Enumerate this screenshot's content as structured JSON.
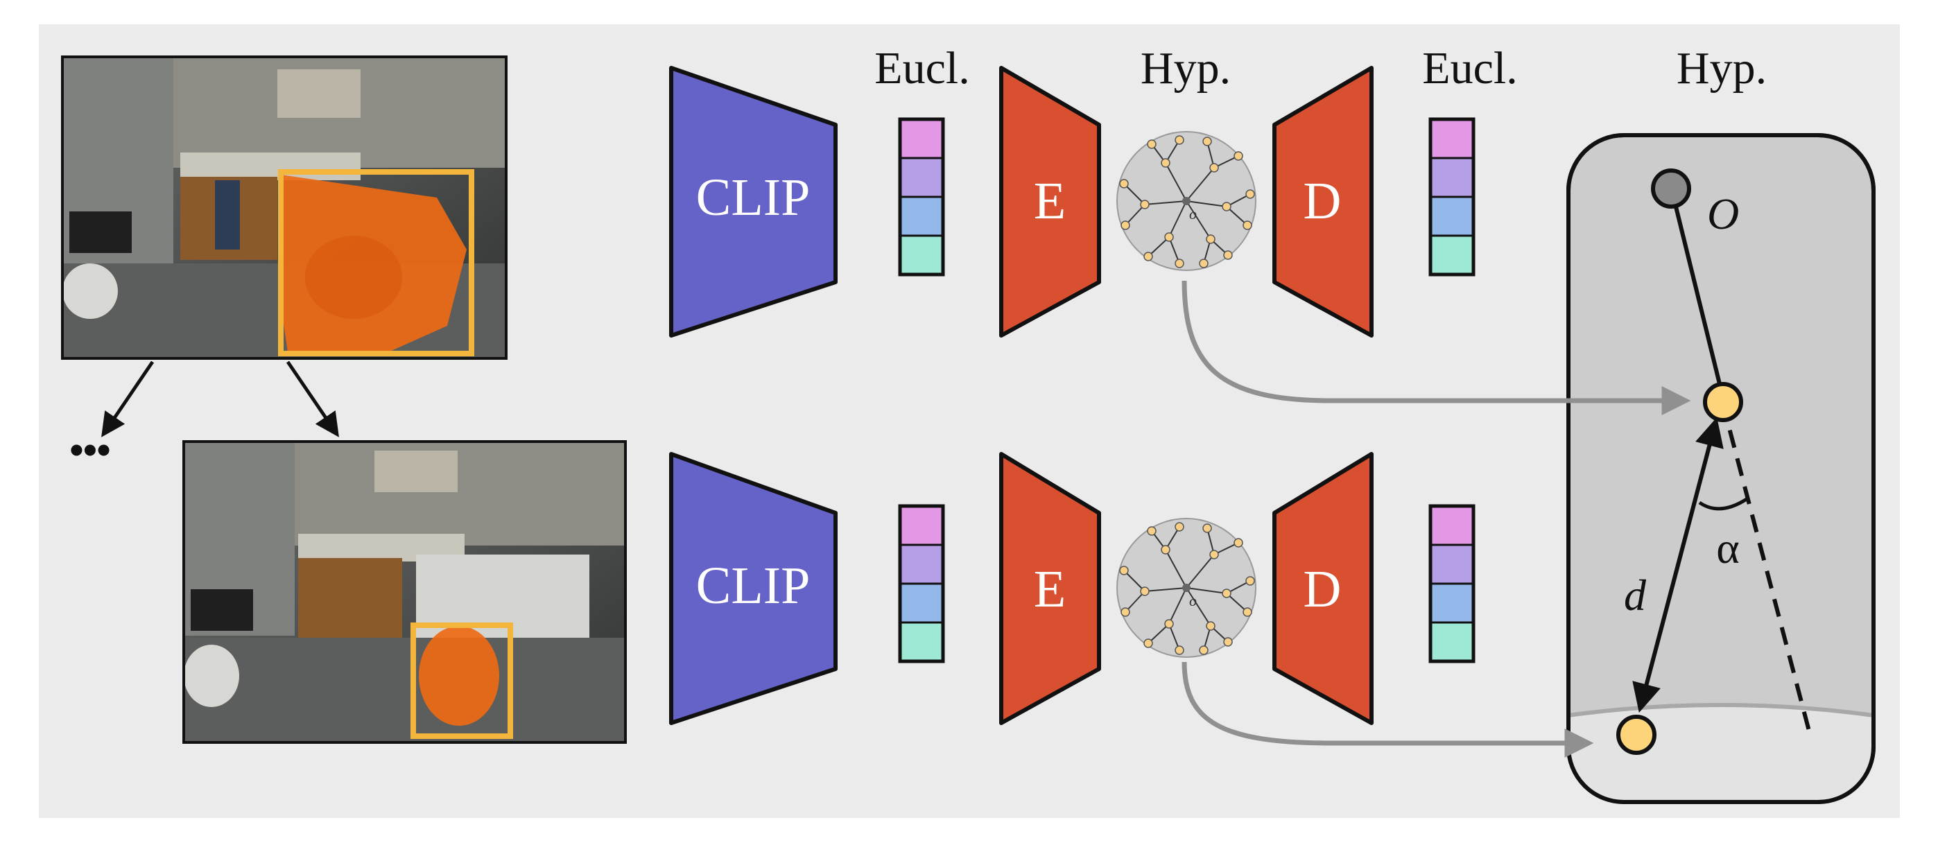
{
  "labels": {
    "eucl_top_1": "Eucl.",
    "hyp_top_1": "Hyp.",
    "eucl_top_2": "Eucl.",
    "hyp_top_2": "Hyp.",
    "clip": "CLIP",
    "encoder": "E",
    "decoder": "D",
    "origin": "O",
    "tree_origin": "o",
    "distance": "d",
    "angle": "α",
    "ellipsis": "•••"
  },
  "colors": {
    "panel_bg": "#ebebeb",
    "clip_fill": "#6563c8",
    "encoder_fill": "#d95030",
    "decoder_fill": "#d95030",
    "embedding_cells": [
      "#e398e6",
      "#b5a0e8",
      "#94b8ea",
      "#9ee8d6"
    ],
    "tree_disk": "#cfcfcf",
    "tree_node": "#f7cf86",
    "hyp_region": "#cccccc",
    "point_fill": "#fdd47a",
    "origin_fill": "#8a8a8a",
    "mask_orange": "#ee6a14",
    "box_yellow": "#f4b53c",
    "arrow_gray": "#909090"
  },
  "icons": {
    "hierarchy": "hyperbolic-tree-icon",
    "image_placeholder": "bathroom-photo-image"
  }
}
